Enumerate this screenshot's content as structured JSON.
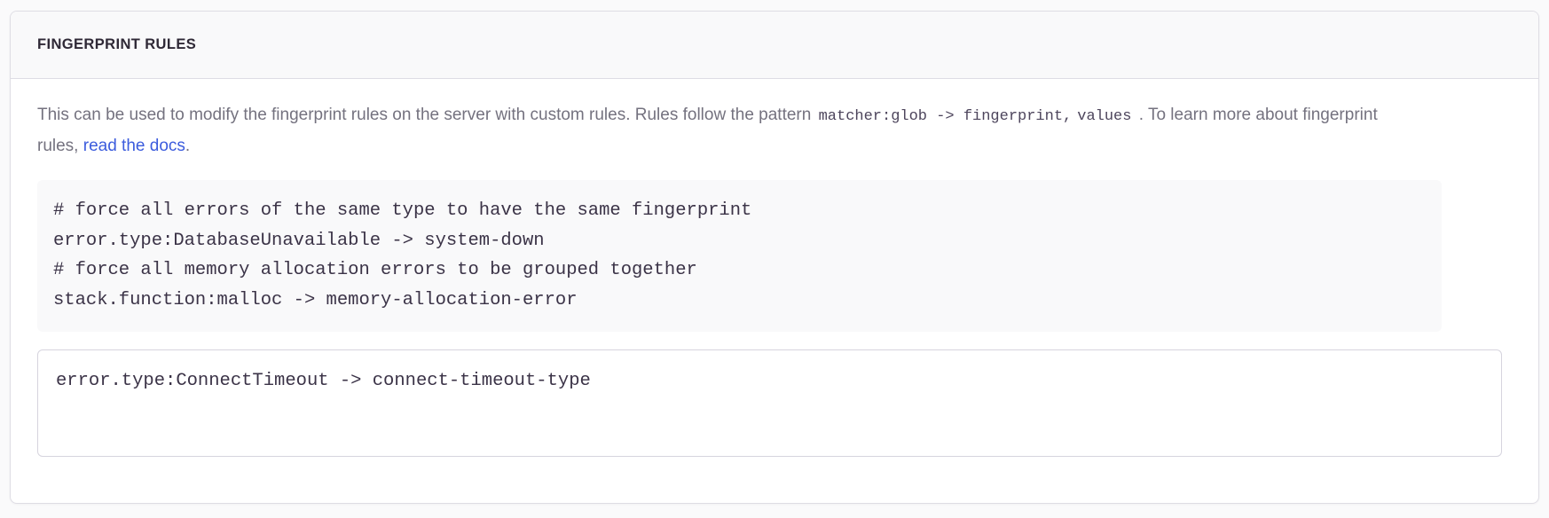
{
  "panel": {
    "title": "FINGERPRINT RULES",
    "description": {
      "part1": "This can be used to modify the fingerprint rules on the server with custom rules. Rules follow the pattern ",
      "code1": "matcher:glob -> fingerprint,",
      "code2": "values",
      "part2": " . To learn more about fingerprint rules, ",
      "link_text": "read the docs",
      "part3": "."
    },
    "example_code": "# force all errors of the same type to have the same fingerprint\nerror.type:DatabaseUnavailable -> system-down\n# force all memory allocation errors to be grouped together\nstack.function:malloc -> memory-allocation-error",
    "rules_input": {
      "value": "error.type:ConnectTimeout -> connect-timeout-type",
      "placeholder": ""
    }
  },
  "colors": {
    "page_background": "#fafafb",
    "panel_background": "#ffffff",
    "panel_border": "#dedde4",
    "header_background": "#f9f9fa",
    "title_text": "#2f2936",
    "body_text": "#74727f",
    "code_text": "#3b3347",
    "code_block_background": "#f9f9fa",
    "link": "#3c5cdd",
    "input_border": "#d6d4de"
  }
}
